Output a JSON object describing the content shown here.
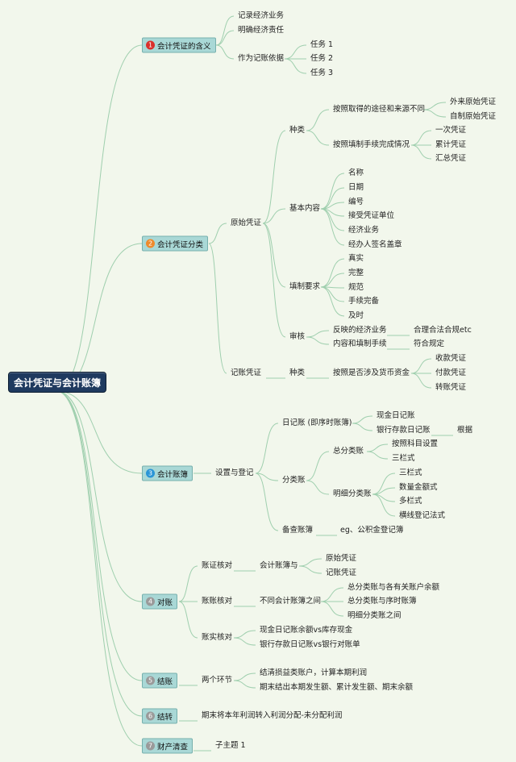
{
  "colors": {
    "background": "#f2f7ec",
    "root_fill": "#1f3a5f",
    "topic_fill": "#a9d8d6",
    "link": "#9fcfae",
    "badge_red": "#d9302c",
    "badge_orange": "#ee8a2c",
    "badge_blue": "#2a95d6",
    "badge_gray": "#9a9a9a"
  },
  "root": {
    "label": "会计凭证与会计账簿"
  },
  "topics": [
    {
      "num": "1",
      "label": "会计凭证的含义",
      "badge": "red",
      "items": [
        "记录经济业务",
        "明确经济责任",
        "作为记账依据"
      ],
      "tasks": [
        "任务 1",
        "任务 2",
        "任务 3"
      ]
    },
    {
      "num": "2",
      "label": "会计凭证分类",
      "badge": "orange",
      "original": {
        "label": "原始凭证",
        "kinds": {
          "label": "种类",
          "by_source": {
            "label": "按照取得的途径和来源不同",
            "items": [
              "外来原始凭证",
              "自制原始凭证"
            ]
          },
          "by_procedure": {
            "label": "按照填制手续完成情况",
            "items": [
              "一次凭证",
              "累计凭证",
              "汇总凭证"
            ]
          }
        },
        "content": {
          "label": "基本内容",
          "items": [
            "名称",
            "日期",
            "编号",
            "接受凭证单位",
            "经济业务",
            "经办人签名盖章"
          ]
        },
        "requirements": {
          "label": "填制要求",
          "items": [
            "真实",
            "完整",
            "规范",
            "手续完备",
            "及时"
          ]
        },
        "review": {
          "label": "审核",
          "items": [
            {
              "a": "反映的经济业务",
              "b": "合理合法合规etc"
            },
            {
              "a": "内容和填制手续",
              "b": "符合规定"
            }
          ]
        }
      },
      "bookkeeping": {
        "label": "记账凭证",
        "kind": "种类",
        "by_cash": "按照是否涉及货币资金",
        "items": [
          "收款凭证",
          "付款凭证",
          "转账凭证"
        ]
      }
    },
    {
      "num": "3",
      "label": "会计账簿",
      "badge": "blue",
      "setup": {
        "label": "设置与登记",
        "journal": {
          "label": "日记账 (即序时账簿)",
          "items": [
            "现金日记账",
            "银行存款日记账"
          ],
          "note": "根据"
        },
        "ledger": {
          "label": "分类账",
          "general": {
            "label": "总分类账",
            "items": [
              "按照科目设置",
              "三栏式"
            ]
          },
          "detail": {
            "label": "明细分类账",
            "items": [
              "三栏式",
              "数量金额式",
              "多栏式",
              "横线登记法式"
            ]
          }
        },
        "memo": {
          "label": "备查账簿",
          "item": "eg、公积金登记簿"
        }
      }
    },
    {
      "num": "4",
      "label": "对账",
      "badge": "gray",
      "voucher": {
        "label": "账证核对",
        "mid": "会计账簿与",
        "items": [
          "原始凭证",
          "记账凭证"
        ]
      },
      "books": {
        "label": "账账核对",
        "mid": "不同会计账簿之间",
        "items": [
          "总分类账与各有关账户余额",
          "总分类账与序时账簿",
          "明细分类账之间"
        ]
      },
      "reality": {
        "label": "账实核对",
        "items": [
          "现金日记账余额vs库存现金",
          "银行存款日记账vs银行对账单"
        ]
      }
    },
    {
      "num": "5",
      "label": "结账",
      "badge": "gray",
      "stages": {
        "label": "两个环节",
        "items": [
          "结清损益类账户，计算本期利润",
          "期末结出本期发生额、累计发生额、期末余额"
        ]
      }
    },
    {
      "num": "6",
      "label": "结转",
      "badge": "gray",
      "item": "期末将本年利润转入利润分配-未分配利润"
    },
    {
      "num": "7",
      "label": "财产清查",
      "badge": "gray",
      "item": "子主题 1"
    }
  ]
}
